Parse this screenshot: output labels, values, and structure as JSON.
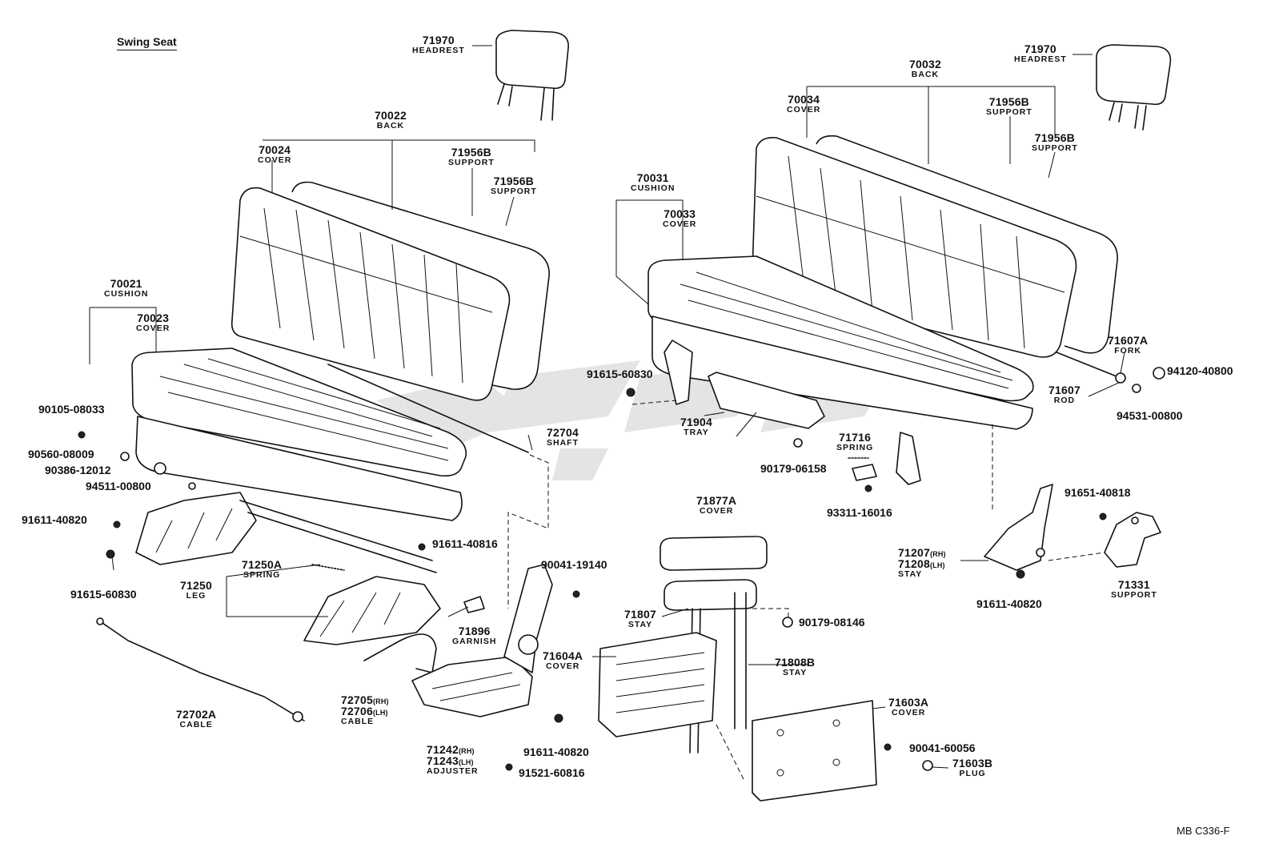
{
  "diagram": {
    "title": "Swing Seat",
    "code": "MB C336-F",
    "labels": {
      "hr_l": {
        "number": "71970",
        "name": "HEADREST"
      },
      "hr_r": {
        "number": "71970",
        "name": "HEADREST"
      },
      "back_l": {
        "number": "70022",
        "name": "BACK"
      },
      "cover_l": {
        "number": "70024",
        "name": "COVER"
      },
      "sup1_l": {
        "number": "71956B",
        "name": "SUPPORT"
      },
      "sup2_l": {
        "number": "71956B",
        "name": "SUPPORT"
      },
      "cush_l": {
        "number": "70021",
        "name": "CUSHION"
      },
      "ccov_l": {
        "number": "70023",
        "name": "COVER"
      },
      "back_r": {
        "number": "70032",
        "name": "BACK"
      },
      "cover_r": {
        "number": "70034",
        "name": "COVER"
      },
      "sup1_r": {
        "number": "71956B",
        "name": "SUPPORT"
      },
      "sup2_r": {
        "number": "71956B",
        "name": "SUPPORT"
      },
      "cush_r": {
        "number": "70031",
        "name": "CUSHION"
      },
      "ccov_r": {
        "number": "70033",
        "name": "COVER"
      },
      "fork": {
        "number": "71607A",
        "name": "FORK"
      },
      "rod": {
        "number": "71607",
        "name": "ROD"
      },
      "shaft": {
        "number": "72704",
        "name": "SHAFT"
      },
      "tray": {
        "number": "71904",
        "name": "TRAY"
      },
      "spring_r": {
        "number": "71716",
        "name": "SPRING"
      },
      "armcover": {
        "number": "71877A",
        "name": "COVER"
      },
      "spring_l": {
        "number": "71250A",
        "name": "SPRING"
      },
      "leg": {
        "number": "71250",
        "name": "LEG"
      },
      "garnish": {
        "number": "71896",
        "name": "GARNISH"
      },
      "stay_arm": {
        "number": "71807",
        "name": "STAY"
      },
      "cover_604": {
        "number": "71604A",
        "name": "COVER"
      },
      "stay_808": {
        "number": "71808B",
        "name": "STAY"
      },
      "cover_603": {
        "number": "71603A",
        "name": "COVER"
      },
      "plug": {
        "number": "71603B",
        "name": "PLUG"
      },
      "cable_l": {
        "number": "72702A",
        "name": "CABLE"
      },
      "support_331": {
        "number": "71331",
        "name": "SUPPORT"
      }
    },
    "pairs": {
      "stay_rl": {
        "rh": "71207",
        "lh": "71208",
        "rh_tag": "(RH)",
        "lh_tag": "(LH)",
        "name": "STAY"
      },
      "cable_rl": {
        "rh": "72705",
        "lh": "72706",
        "rh_tag": "(RH)",
        "lh_tag": "(LH)",
        "name": "CABLE"
      },
      "adj_rl": {
        "rh": "71242",
        "lh": "71243",
        "rh_tag": "(RH)",
        "lh_tag": "(LH)",
        "name": "ADJUSTER"
      }
    },
    "parts": {
      "p90105": "90105-08033",
      "p90560": "90560-08009",
      "p90386": "90386-12012",
      "p94511": "94511-00800",
      "p91611a": "91611-40820",
      "p91615a": "91615-60830",
      "p91611b": "91611-40816",
      "p90041a": "90041-19140",
      "p91611c": "91611-40820",
      "p91521": "91521-60816",
      "p91615b": "91615-60830",
      "p90179a": "90179-06158",
      "p93311": "93311-16016",
      "p90179b": "90179-08146",
      "p90041b": "90041-60056",
      "p94120": "94120-40800",
      "p94531": "94531-00800",
      "p91651": "91651-40818",
      "p91611d": "91611-40820"
    }
  }
}
